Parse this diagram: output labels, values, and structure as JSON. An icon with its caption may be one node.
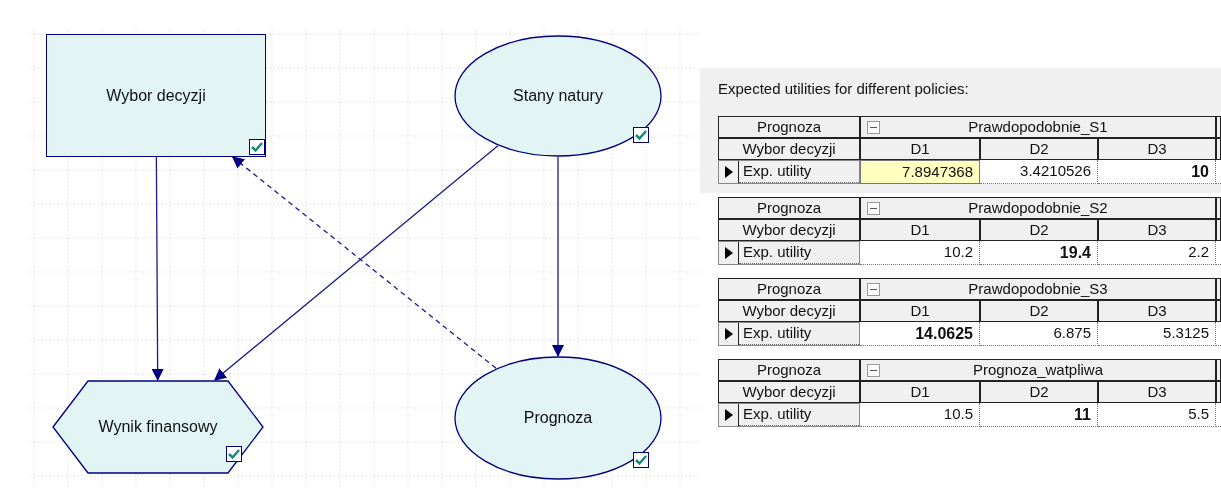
{
  "diagram": {
    "nodes": [
      {
        "text": [
          "Wybor decyzji"
        ]
      },
      {
        "text": [
          "Stany natury"
        ]
      },
      {
        "text": [
          "Wynik finansowy"
        ]
      },
      {
        "text": [
          "Prognoza"
        ]
      }
    ],
    "edges": [
      {
        "from": 0,
        "to": 2,
        "arrow": "to"
      },
      {
        "from": 1,
        "to": 2,
        "arrow": "to"
      },
      {
        "from": 1,
        "to": 3,
        "arrow": "to"
      },
      {
        "from": 3,
        "to": 0,
        "arrow": "to",
        "style": "dashed"
      }
    ],
    "labels": [
      "Expected utilities for different policies:",
      "Prognoza",
      "Prawdopodobnie_S1",
      "Wybor decyzji",
      "D1",
      "D2",
      "D3",
      "Exp. utility",
      "7.8947368",
      "3.4210526",
      "**10**",
      "Prognoza",
      "Prawdopodobnie_S2",
      "Wybor decyzji",
      "D1",
      "D2",
      "D3",
      "Exp. utility",
      "10.2",
      "**19.4**",
      "2.2",
      "Prognoza",
      "Prawdopodobnie_S3",
      "Wybor decyzji",
      "D1",
      "D2",
      "D3",
      "Exp. utility",
      "**14.0625**",
      "6.875",
      "5.3125",
      "Prognoza",
      "Prognoza_watpliwa",
      "Wybor decyzji",
      "D1",
      "D2",
      "D3",
      "Exp. utility",
      "10.5",
      "**11**",
      "5.5"
    ]
  }
}
